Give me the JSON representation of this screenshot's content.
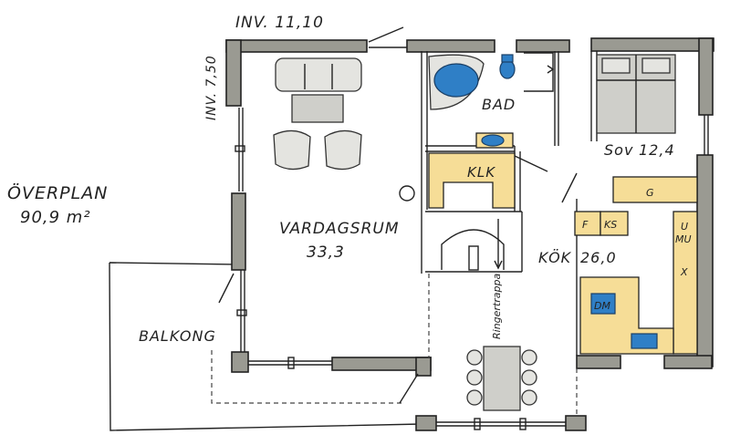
{
  "title": {
    "line1": "ÖVERPLAN",
    "line2": "90,9 m²"
  },
  "dimensions": {
    "top": "INV. 11,10",
    "left": "INV. 7,50"
  },
  "rooms": {
    "bad": "BAD",
    "sov_name": "Sov",
    "sov_area": "12,4",
    "klk": "KLK",
    "vardagsrum_name": "VARDAGSRUM",
    "vardagsrum_area": "33,3",
    "kok_name": "KÖK",
    "kok_area": "26,0",
    "balkong": "BALKONG"
  },
  "kitchen_labels": {
    "g": "G",
    "f": "F",
    "ks": "KS",
    "u": "U",
    "mu": "MU",
    "x": "X",
    "dm": "DM"
  },
  "stair_label": "Ringertrappa",
  "colors": {
    "wall": "#9a9a92",
    "cabinet": "#f6dd97",
    "fixture_blue": "#2f7fc6"
  }
}
